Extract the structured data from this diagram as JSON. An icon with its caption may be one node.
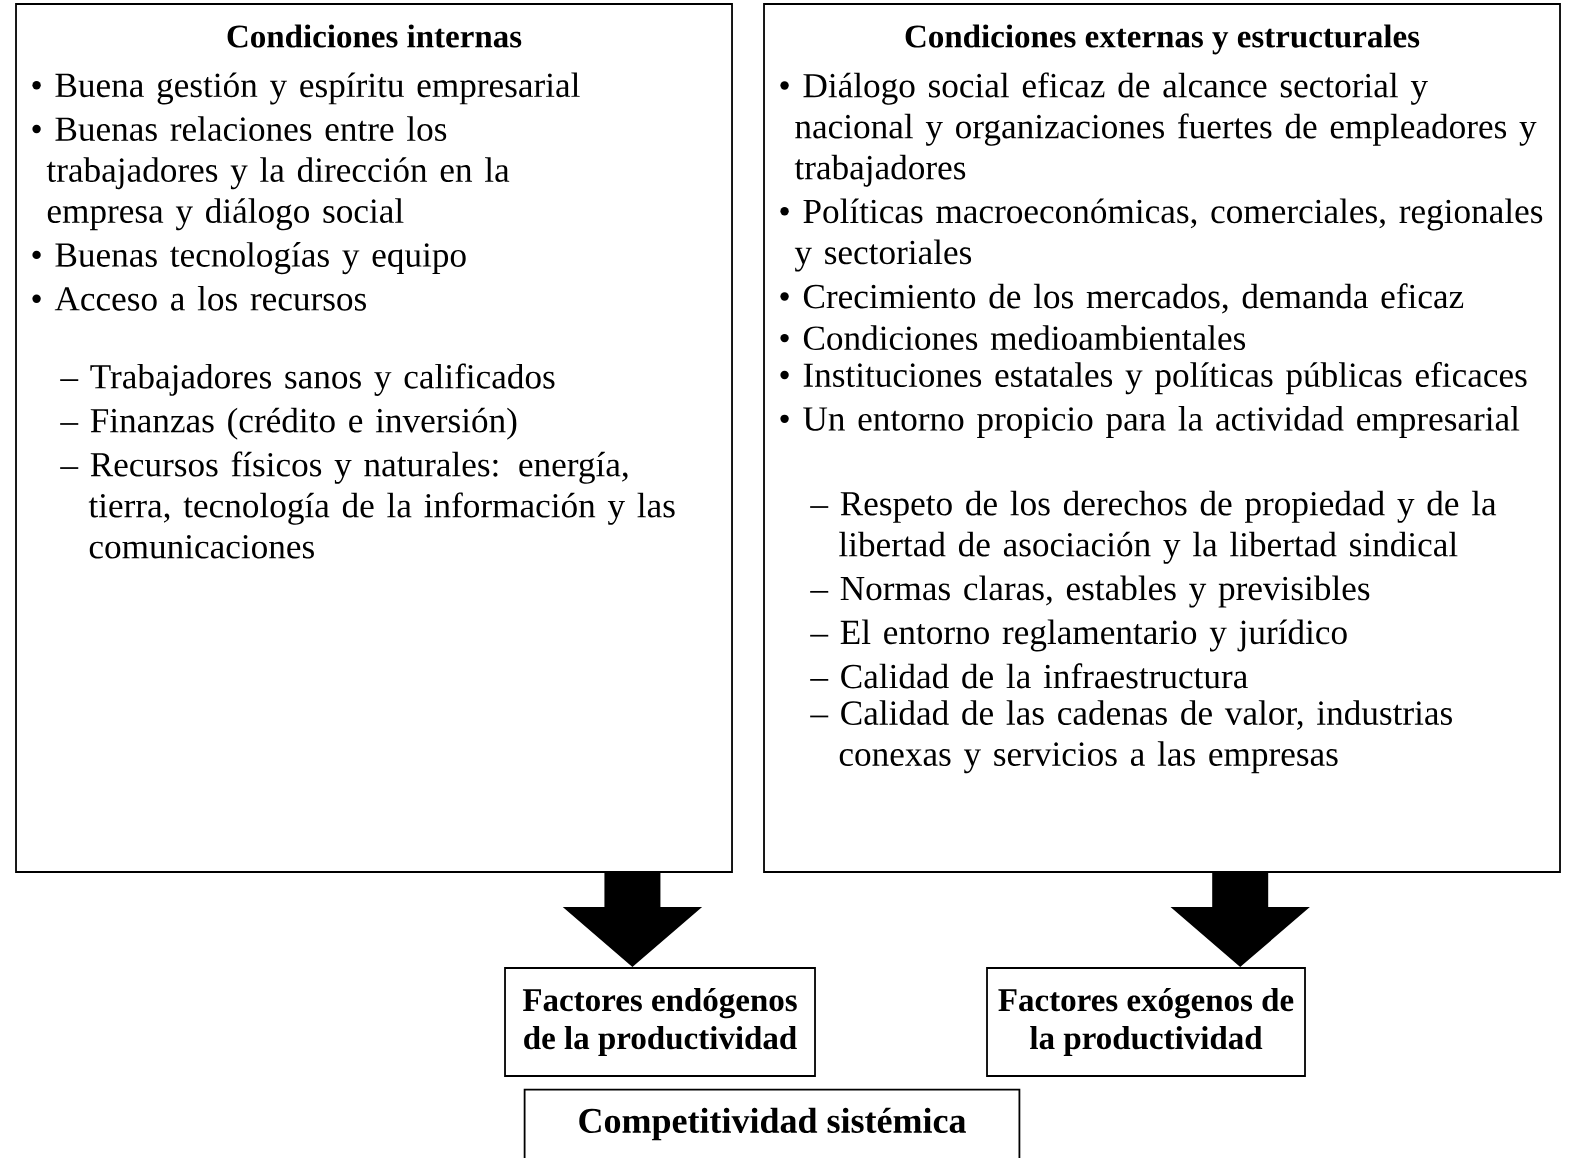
{
  "diagram": {
    "nodes": [
      {
        "text": [
          "Condiciones internas",
          "• Buena gestión y espíritu empresarial",
          "• Buenas relaciones entre los trabajadores y la dirección en la empresa y diálogo social",
          "• Buenas tecnologías y equipo",
          "• Acceso a los recursos",
          "– Trabajadores sanos y calificados",
          "– Finanzas (crédito e inversión)",
          "– Recursos físicos y naturales: energía, tierra, tecnología de la información y las comunicaciones"
        ]
      },
      {
        "text": [
          "Condiciones externas y estructurales",
          "• Diálogo social eficaz de alcance sectorial y nacional y organizaciones fuertes de empleadores y trabajadores",
          "• Políticas macroeconómicas, comerciales, regionales y sectoriales",
          "• Crecimiento de los mercados, demanda eficaz",
          "• Condiciones medioambientales",
          "• Instituciones estatales y políticas públicas eficaces",
          "• Un entorno propicio para la actividad empresarial",
          "– Respeto de los derechos de propiedad y de la libertad de asociación y la libertad sindical",
          "– Normas claras, estables y previsibles",
          "– El entorno reglamentario y jurídico",
          "– Calidad de la infraestructura",
          "– Calidad de las cadenas de valor, industrias conexas y servicios a las empresas"
        ]
      },
      {
        "text": [
          "Factores endógenos de la productividad"
        ]
      },
      {
        "text": [
          "Factores exógenos de la productividad"
        ]
      },
      {
        "text": [
          "Competitividad sistémica"
        ]
      }
    ],
    "edges": [
      {
        "from": 0,
        "to": 2,
        "arrow": "to"
      },
      {
        "from": 1,
        "to": 3,
        "arrow": "to"
      }
    ]
  }
}
